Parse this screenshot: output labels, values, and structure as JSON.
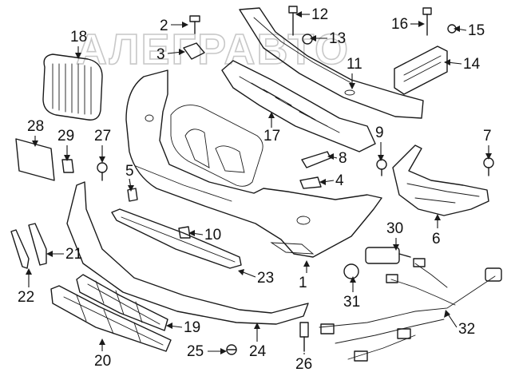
{
  "watermark": "АЛЕГРАВТО",
  "callouts": [
    {
      "num": "1"
    },
    {
      "num": "2"
    },
    {
      "num": "3"
    },
    {
      "num": "4"
    },
    {
      "num": "5"
    },
    {
      "num": "6"
    },
    {
      "num": "7"
    },
    {
      "num": "8"
    },
    {
      "num": "9"
    },
    {
      "num": "10"
    },
    {
      "num": "11"
    },
    {
      "num": "12"
    },
    {
      "num": "13"
    },
    {
      "num": "14"
    },
    {
      "num": "15"
    },
    {
      "num": "16"
    },
    {
      "num": "17"
    },
    {
      "num": "18"
    },
    {
      "num": "19"
    },
    {
      "num": "20"
    },
    {
      "num": "21"
    },
    {
      "num": "22"
    },
    {
      "num": "23"
    },
    {
      "num": "24"
    },
    {
      "num": "25"
    },
    {
      "num": "26"
    },
    {
      "num": "27"
    },
    {
      "num": "28"
    },
    {
      "num": "29"
    },
    {
      "num": "30"
    },
    {
      "num": "31"
    },
    {
      "num": "32"
    }
  ]
}
